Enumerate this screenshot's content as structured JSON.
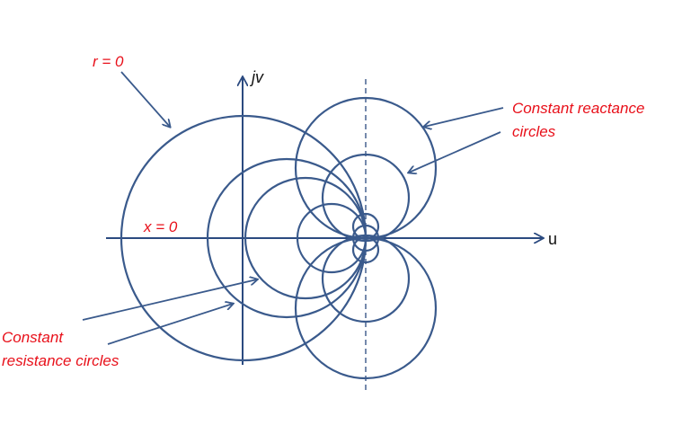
{
  "labels": {
    "r_zero": "r = 0",
    "x_zero": "x = 0",
    "axis_u": "u",
    "axis_jv": "jv",
    "reactance_line1": "Constant reactance",
    "reactance_line2": "circles",
    "resistance_line1": "Constant",
    "resistance_line2": "resistance circles"
  },
  "colors": {
    "circle_stroke": "#3a5a8c",
    "axis": "#2b4a80",
    "annotation_text": "#e8101a",
    "arrow": "#3a5a8c"
  }
}
